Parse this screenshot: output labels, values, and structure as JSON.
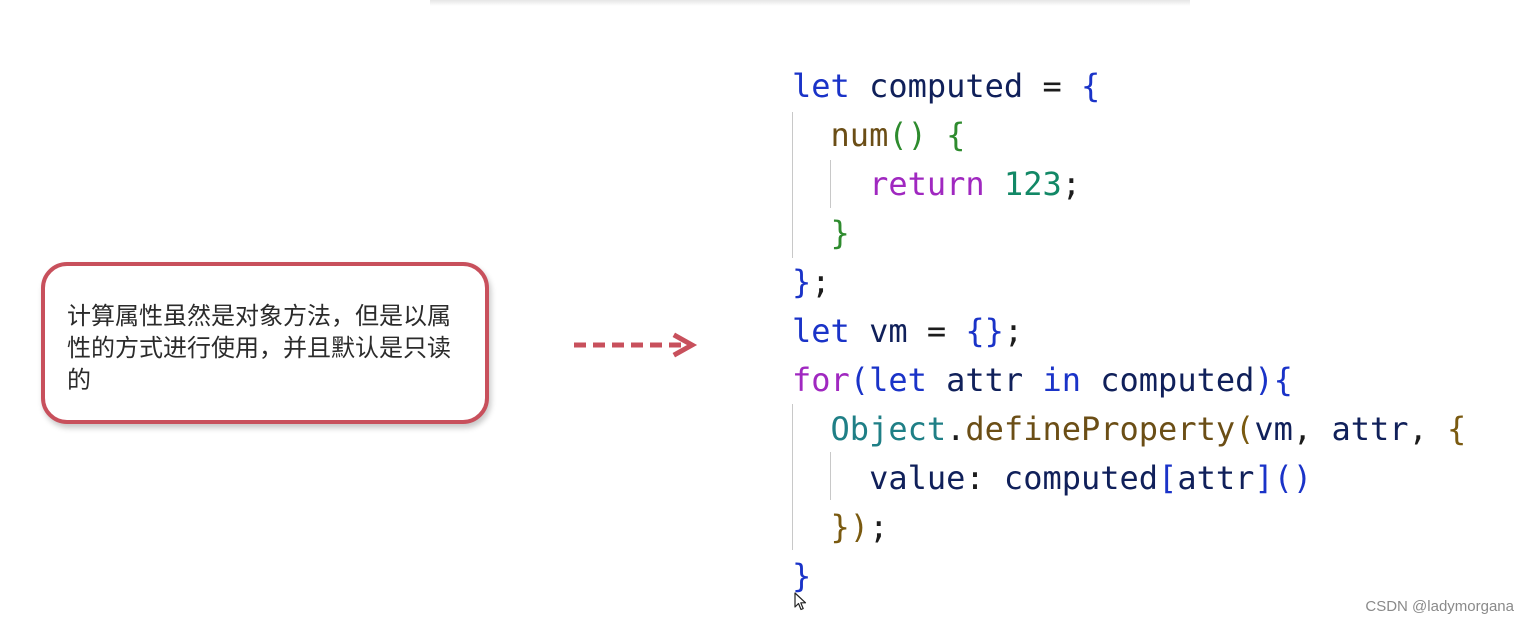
{
  "callout": {
    "text": "计算属性虽然是对象方法，但是以属性的方式进行使用，并且默认是只读的",
    "border_color": "#c8505c"
  },
  "arrow": {
    "color": "#c8505c",
    "style": "dashed"
  },
  "code": {
    "lines": [
      [
        [
          "kw",
          "let"
        ],
        [
          "punc",
          " "
        ],
        [
          "id",
          "computed"
        ],
        [
          "punc",
          " = "
        ],
        [
          "b-blue",
          "{"
        ]
      ],
      [
        [
          "punc",
          "  "
        ],
        [
          "fn",
          "num"
        ],
        [
          "b-green",
          "()"
        ],
        [
          "punc",
          " "
        ],
        [
          "b-green",
          "{"
        ]
      ],
      [
        [
          "punc",
          "    "
        ],
        [
          "ctrl",
          "return"
        ],
        [
          "punc",
          " "
        ],
        [
          "num",
          "123"
        ],
        [
          "punc",
          ";"
        ]
      ],
      [
        [
          "punc",
          "  "
        ],
        [
          "b-green",
          "}"
        ]
      ],
      [
        [
          "b-blue",
          "}"
        ],
        [
          "punc",
          ";"
        ]
      ],
      [
        [
          "kw",
          "let"
        ],
        [
          "punc",
          " "
        ],
        [
          "id",
          "vm"
        ],
        [
          "punc",
          " = "
        ],
        [
          "b-blue",
          "{}"
        ],
        [
          "punc",
          ";"
        ]
      ],
      [
        [
          "ctrl",
          "for"
        ],
        [
          "b-blue",
          "("
        ],
        [
          "kw",
          "let"
        ],
        [
          "punc",
          " "
        ],
        [
          "id",
          "attr"
        ],
        [
          "punc",
          " "
        ],
        [
          "kw",
          "in"
        ],
        [
          "punc",
          " "
        ],
        [
          "id",
          "computed"
        ],
        [
          "b-blue",
          ")"
        ],
        [
          "b-blue",
          "{"
        ]
      ],
      [
        [
          "punc",
          "  "
        ],
        [
          "cls",
          "Object"
        ],
        [
          "punc",
          "."
        ],
        [
          "fn",
          "defineProperty"
        ],
        [
          "b-brown",
          "("
        ],
        [
          "id",
          "vm"
        ],
        [
          "punc",
          ", "
        ],
        [
          "id",
          "attr"
        ],
        [
          "punc",
          ", "
        ],
        [
          "b-brown",
          "{"
        ]
      ],
      [
        [
          "punc",
          "    "
        ],
        [
          "id",
          "value"
        ],
        [
          "punc",
          ": "
        ],
        [
          "id",
          "computed"
        ],
        [
          "b-blue",
          "["
        ],
        [
          "id",
          "attr"
        ],
        [
          "b-blue",
          "]"
        ],
        [
          "b-blue",
          "()"
        ]
      ],
      [
        [
          "punc",
          "  "
        ],
        [
          "b-brown",
          "}"
        ],
        [
          "b-brown",
          ")"
        ],
        [
          "punc",
          ";"
        ]
      ],
      [
        [
          "b-blue",
          "}"
        ]
      ]
    ]
  },
  "watermark": "CSDN @ladymorgana"
}
